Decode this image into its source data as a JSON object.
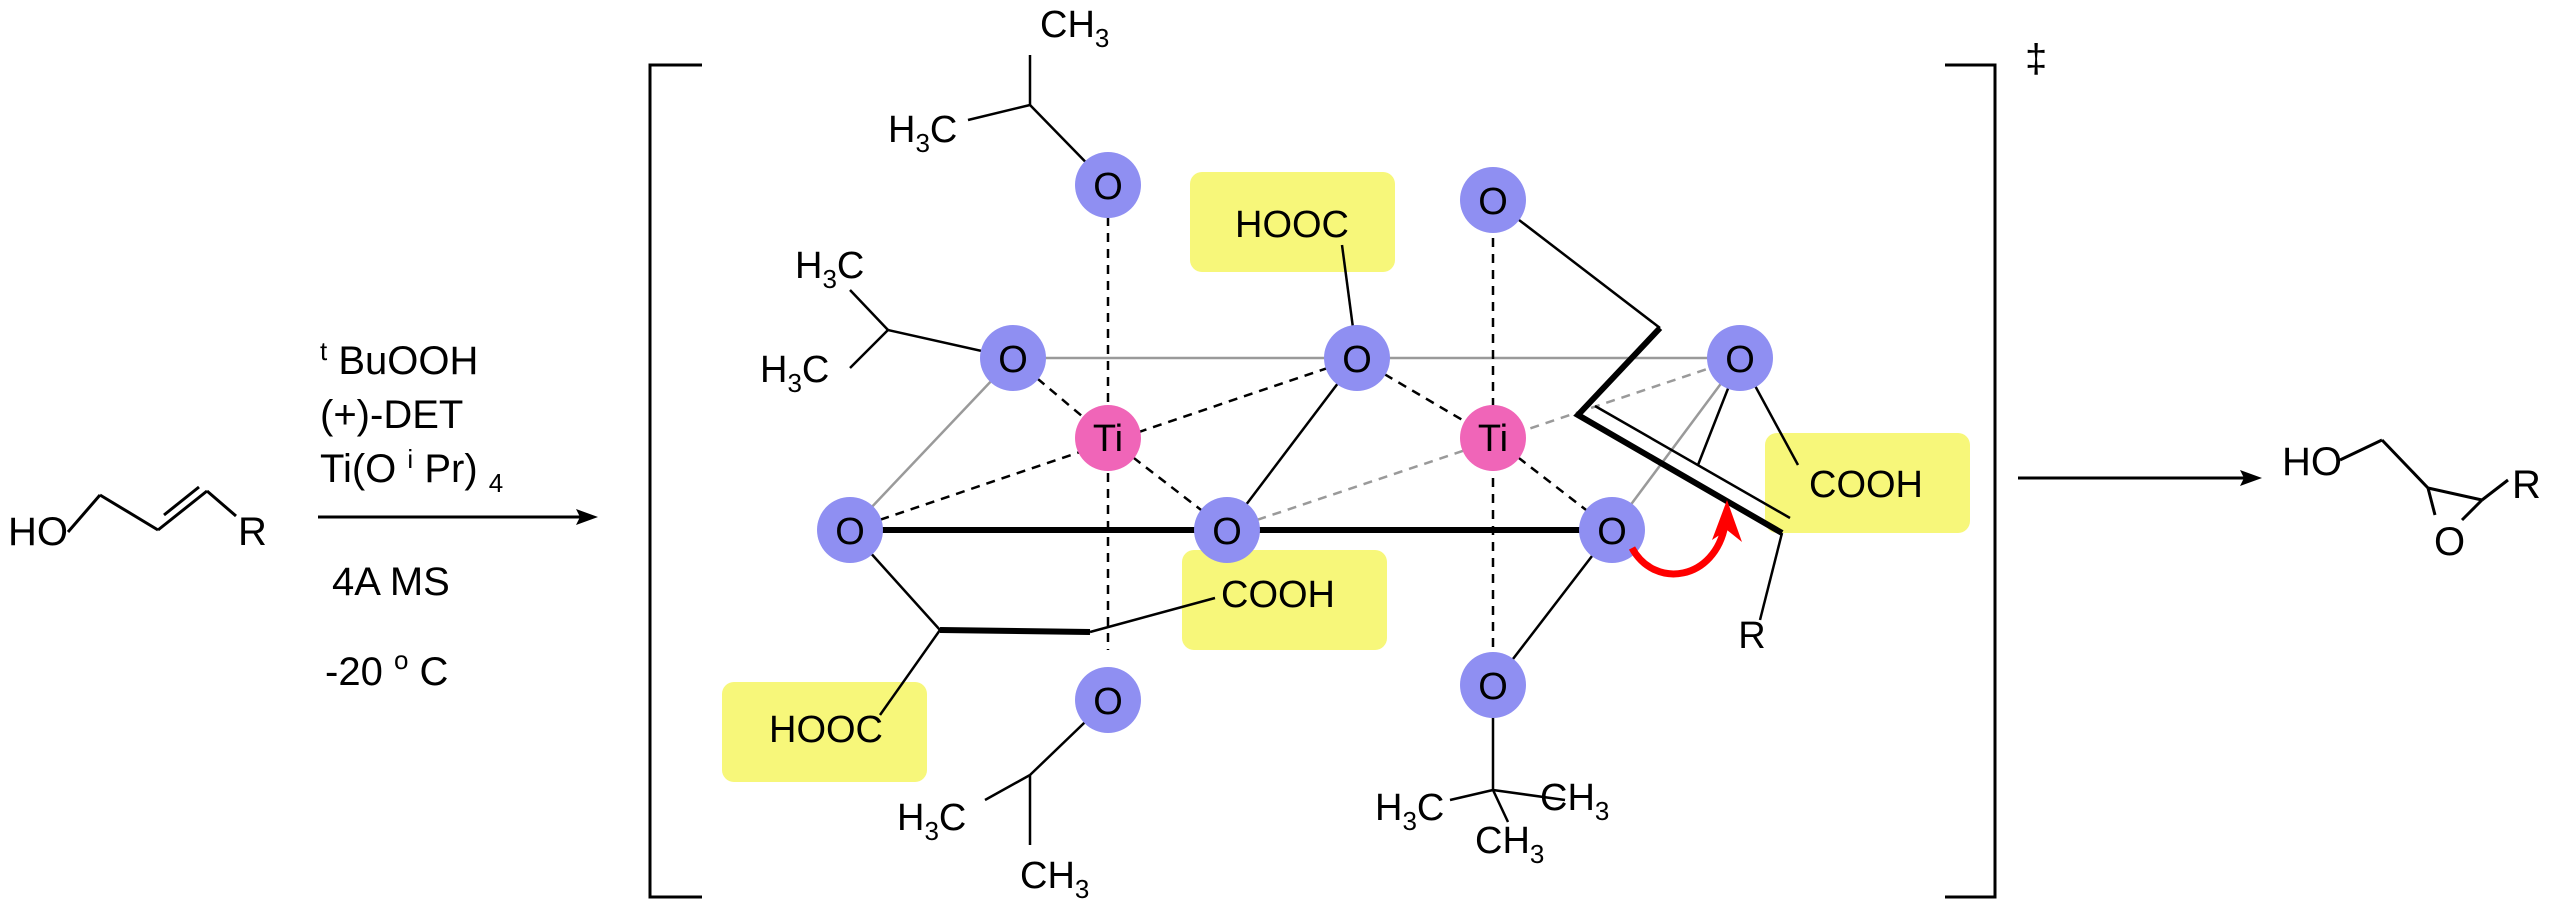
{
  "reactant": {
    "ho": "HO",
    "r": "R"
  },
  "conditions": {
    "line1_sup": "t",
    "line1": "BuOOH",
    "line2": "(+)-DET",
    "line3_pre": "Ti(O",
    "line3_sup": "i",
    "line3_mid": "Pr)",
    "line3_sub": "4",
    "line4": "4A MS",
    "line5_pre": "-20 ",
    "line5_sup": "o",
    "line5_post": "C"
  },
  "transition_state": {
    "dagger": "‡",
    "ti_label": "Ti",
    "o_label": "O",
    "hooc_label": "HOOC",
    "cooh_label": "COOH",
    "r_label": "R",
    "h3c": "H",
    "c": "C",
    "ch": "CH",
    "sub3": "3"
  },
  "product": {
    "ho": "HO",
    "o": "O",
    "r": "R"
  },
  "colors": {
    "oxygen": "#8f8ff2",
    "titanium": "#f065b8",
    "highlight": "#f7f77a",
    "arrow": "#ff0000",
    "bond": "#000000",
    "grey_bond": "#9a9a9a"
  }
}
